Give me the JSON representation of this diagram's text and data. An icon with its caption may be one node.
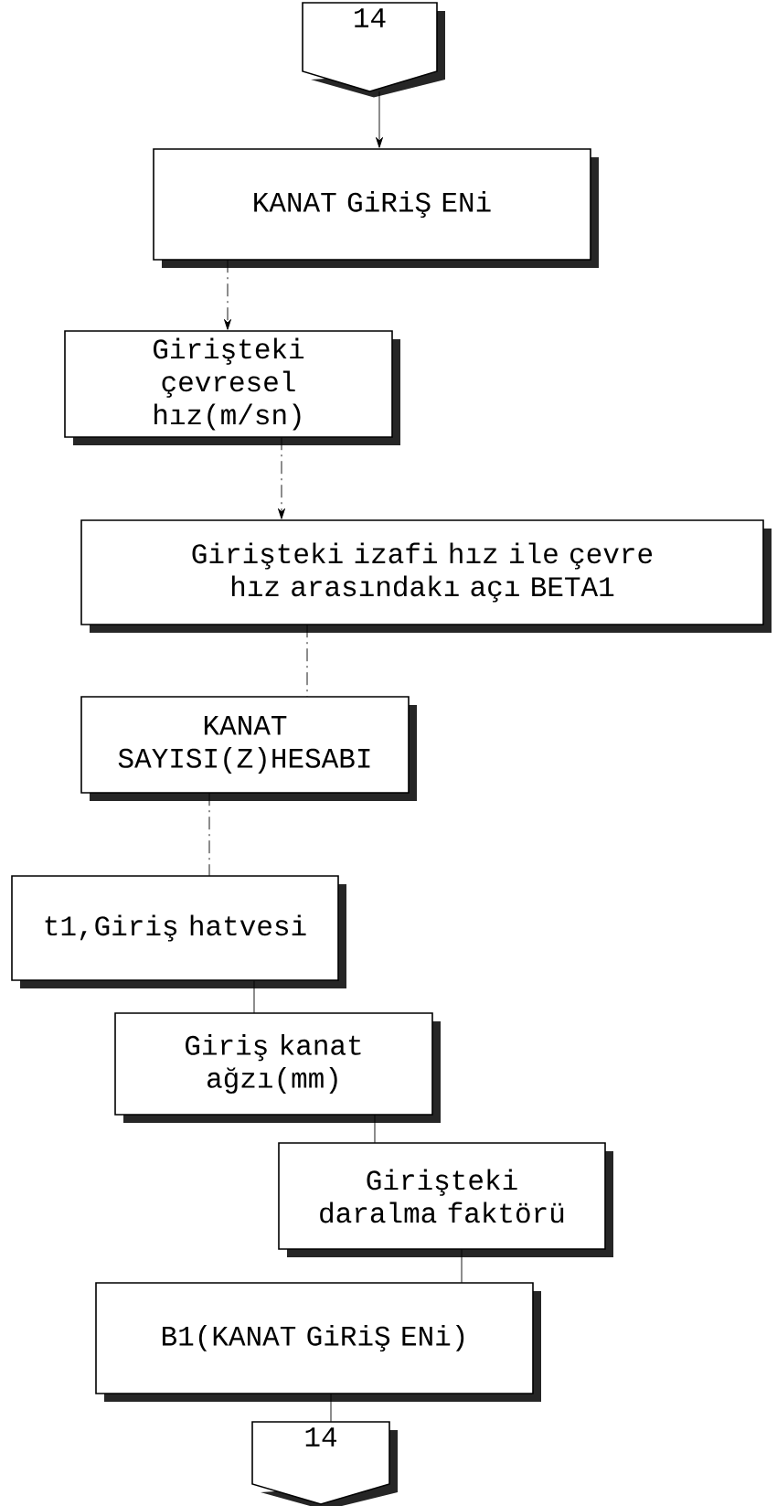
{
  "diagram": {
    "nodes": [
      {
        "text": [
          "14"
        ]
      },
      {
        "text": [
          "KANAT GiRiŞ ENi"
        ]
      },
      {
        "text": [
          "Girişteki çevresel hız(m/sn)"
        ]
      },
      {
        "text": [
          "Girişteki izafi hız ile çevre hız arasındakı açı BETA1"
        ]
      },
      {
        "text": [
          "KANAT SAYISI(Z)HESABI"
        ]
      },
      {
        "text": [
          "t1,Giriş hatvesi"
        ]
      },
      {
        "text": [
          "Giriş kanat ağzı(mm)"
        ]
      },
      {
        "text": [
          "Girişteki daralma faktörü"
        ]
      },
      {
        "text": [
          "B1(KANAT GiRiŞ ENi)"
        ]
      },
      {
        "text": [
          "14"
        ]
      }
    ],
    "edges": [
      {
        "from": 0,
        "to": 1,
        "arrow": "to"
      },
      {
        "from": 1,
        "to": 2,
        "arrow": "to",
        "style": "dashed"
      },
      {
        "from": 2,
        "to": 3,
        "arrow": "to",
        "style": "dashed"
      },
      {
        "from": 3,
        "to": 4,
        "arrow": "none",
        "style": "dashed"
      },
      {
        "from": 4,
        "to": 5,
        "arrow": "none",
        "style": "dashed"
      },
      {
        "from": 5,
        "to": 6,
        "arrow": "none"
      },
      {
        "from": 6,
        "to": 7,
        "arrow": "none"
      },
      {
        "from": 7,
        "to": 8,
        "arrow": "none"
      },
      {
        "from": 8,
        "to": 9,
        "arrow": "none"
      }
    ]
  }
}
